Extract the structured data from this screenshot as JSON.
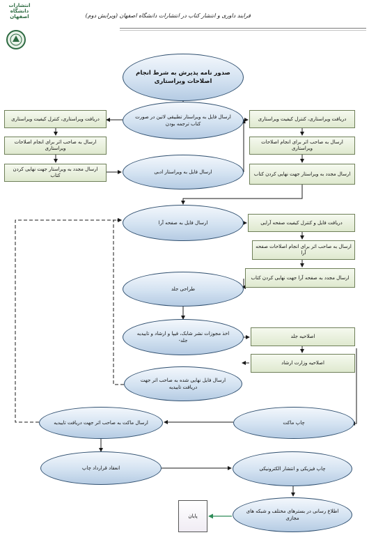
{
  "header": {
    "title": "فرایند داوری و انتشار کتاب در انتشارات دانشگاه اصفهان (ویرایش دوم)",
    "logo_text": "انتشارات دانشگاه اصفهان"
  },
  "colors": {
    "ellipse_fill": "#d3e2f1",
    "ellipse_border": "#2f4f6f",
    "box_fill": "#dfe9cf",
    "box_border": "#6e7f58",
    "arrow": "#1a1a1a",
    "end_arrow": "#2e8b57"
  },
  "nodes": {
    "n_start": "صدور نامه پذیرش به شرط انجام اصلاحات ویراستاری",
    "n_latin": "ارسال فایل به ویراستار تطبیقی لاتین در صورت کتاب ترجمه بودن",
    "n_literary": "ارسال فایل به ویراستار ادبی",
    "l1": "دریافت ویراستاری، کنترل کیفیت ویراستاری",
    "l2": "ارسال به صاحب اثر برای انجام اصلاحات ویراستاری",
    "l3": "ارسال مجدد به ویراستار جهت نهایی کردن کتاب",
    "r1": "دریافت ویراستاری، کنترل کیفیت ویراستاری",
    "r2": "ارسال به صاحب اثر برای انجام اصلاحات ویراستاری",
    "r3": "ارسال مجدد به ویراستار جهت نهایی کردن کتاب",
    "n_layout": "ارسال فایل به صفحه آرا",
    "p1": "دریافت فایل و کنترل کیفیت صفحه آرایی",
    "p2": "ارسال به صاحب اثر برای انجام اصلاحات صفحه آرا",
    "p3": "ارسال مجدد به صفحه آرا جهت نهایی کردن کتاب",
    "n_cover": "طراحی جلد",
    "n_permits": "اخذ مجوزات نشر شابک، فیپا و ارشاد و تاییدیه جلد-",
    "c1": "اصلاحیه جلد",
    "c2": "اصلاحیه وزارت ارشاد",
    "n_final": "ارسال فایل نهایی شده به صاحب اثر جهت دریافت تاییدیه",
    "n_proof": "چاپ ماکت",
    "n_mockup": "ارسال ماکت به صاحب اثر جهت دریافت تاییدیه",
    "n_contract": "انعقاد قرارداد چاپ",
    "n_print": "چاپ فیزیکی و انتشار الکترونیکی",
    "n_inform": "اطلاع رسانی در بسترهای مختلف و شبکه های مجازی",
    "n_end": "پایان"
  }
}
